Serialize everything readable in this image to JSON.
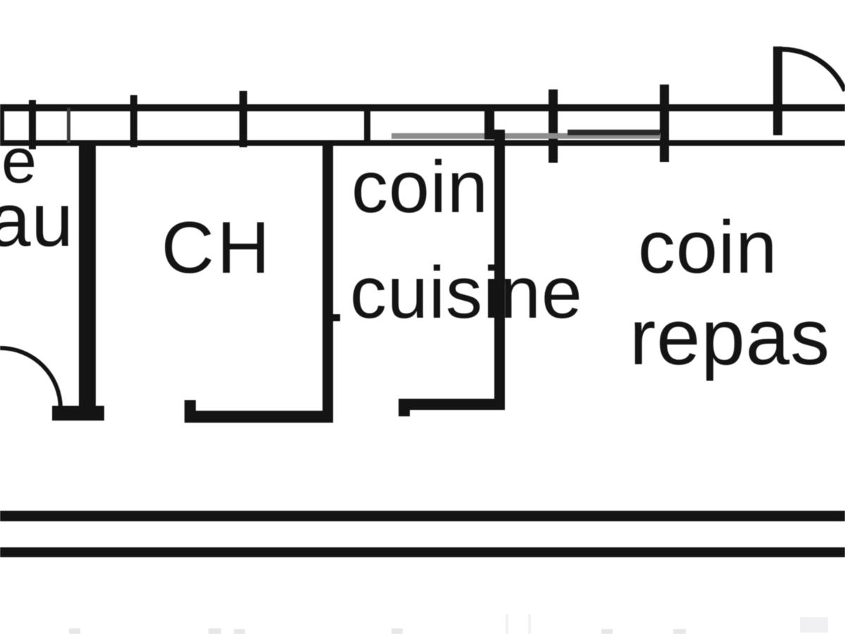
{
  "title": "floor-plan-scan",
  "labels": {
    "room_fragment_line1": "e",
    "room_fragment_line2": "au",
    "bedroom": "CH",
    "kitchen_line1": "coin",
    "kitchen_line2": "cuisine",
    "dining_line1": "coin",
    "dining_line2": "repas"
  },
  "colors": {
    "ink": "#141414",
    "sill_gray": "#8d8d8d",
    "faint_gray": "#e7e7ea",
    "paper": "#ffffff"
  }
}
